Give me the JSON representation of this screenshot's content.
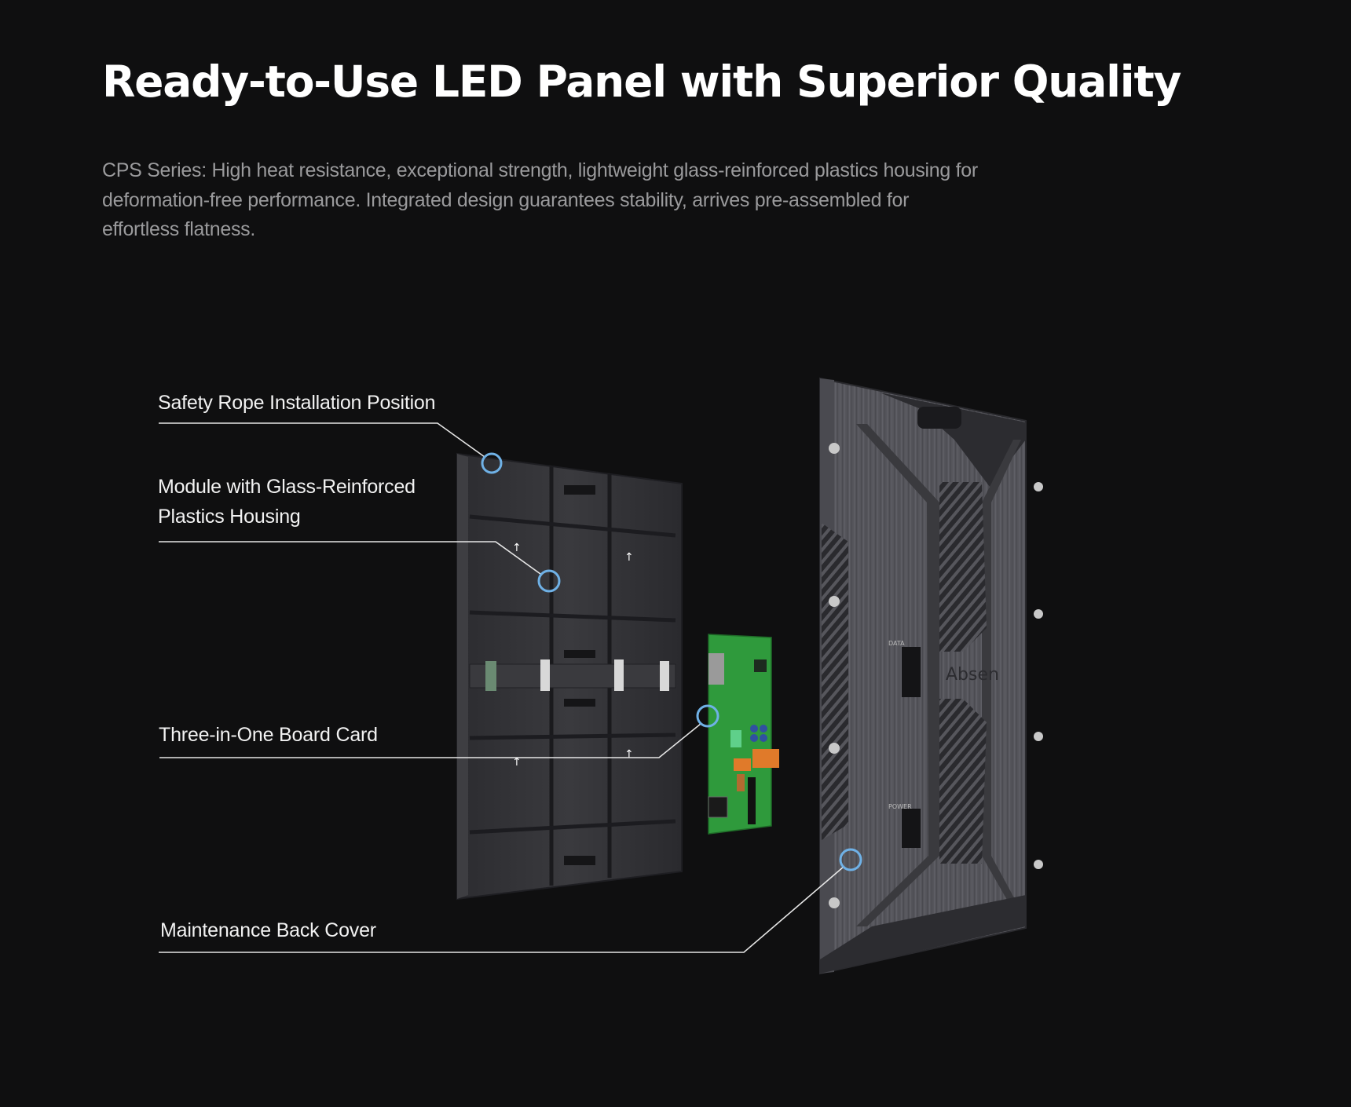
{
  "header": {
    "title": "Ready-to-Use LED Panel with Superior Quality",
    "description_lines": [
      "CPS Series: High heat resistance, exceptional strength, lightweight glass-reinforced plastics housing for",
      "deformation-free performance. Integrated design guarantees stability, arrives pre-assembled for",
      "effortless flatness."
    ]
  },
  "callouts": [
    {
      "label_lines": [
        "Safety Rope Installation Position"
      ]
    },
    {
      "label_lines": [
        "Module with Glass-Reinforced",
        "Plastics Housing"
      ]
    },
    {
      "label_lines": [
        "Three-in-One Board Card"
      ]
    },
    {
      "label_lines": [
        "Maintenance Back Cover"
      ]
    }
  ],
  "product": {
    "brand_mark": "Absen",
    "port_labels": [
      "DATA",
      "POWER"
    ]
  },
  "colors": {
    "background": "#0f0f10",
    "title": "#ffffff",
    "description": "#9a9a9c",
    "callout_line": "#e6e6e6",
    "callout_ring": "#6fb1e6",
    "pcb_green": "#2f9a3c",
    "cabinet_gray": "#4a4a4e"
  }
}
